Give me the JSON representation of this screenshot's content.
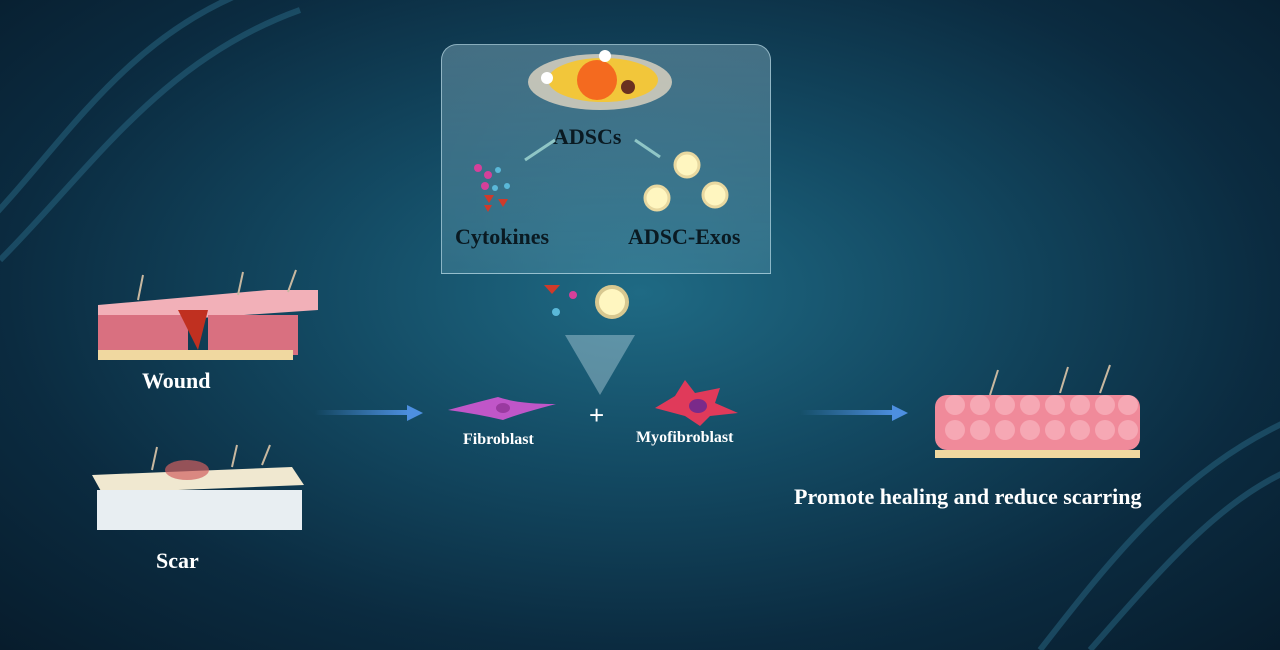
{
  "labels": {
    "adscs": "ADSCs",
    "cytokines": "Cytokines",
    "exos": "ADSC-Exos",
    "wound": "Wound",
    "scar": "Scar",
    "fibroblast": "Fibroblast",
    "plus": "+",
    "myofibroblast": "Myofibroblast",
    "outcome": "Promote healing and reduce scarring"
  },
  "colors": {
    "arrow": "#4d8fe0",
    "skin": "#e88a98",
    "background": "#134a63"
  }
}
